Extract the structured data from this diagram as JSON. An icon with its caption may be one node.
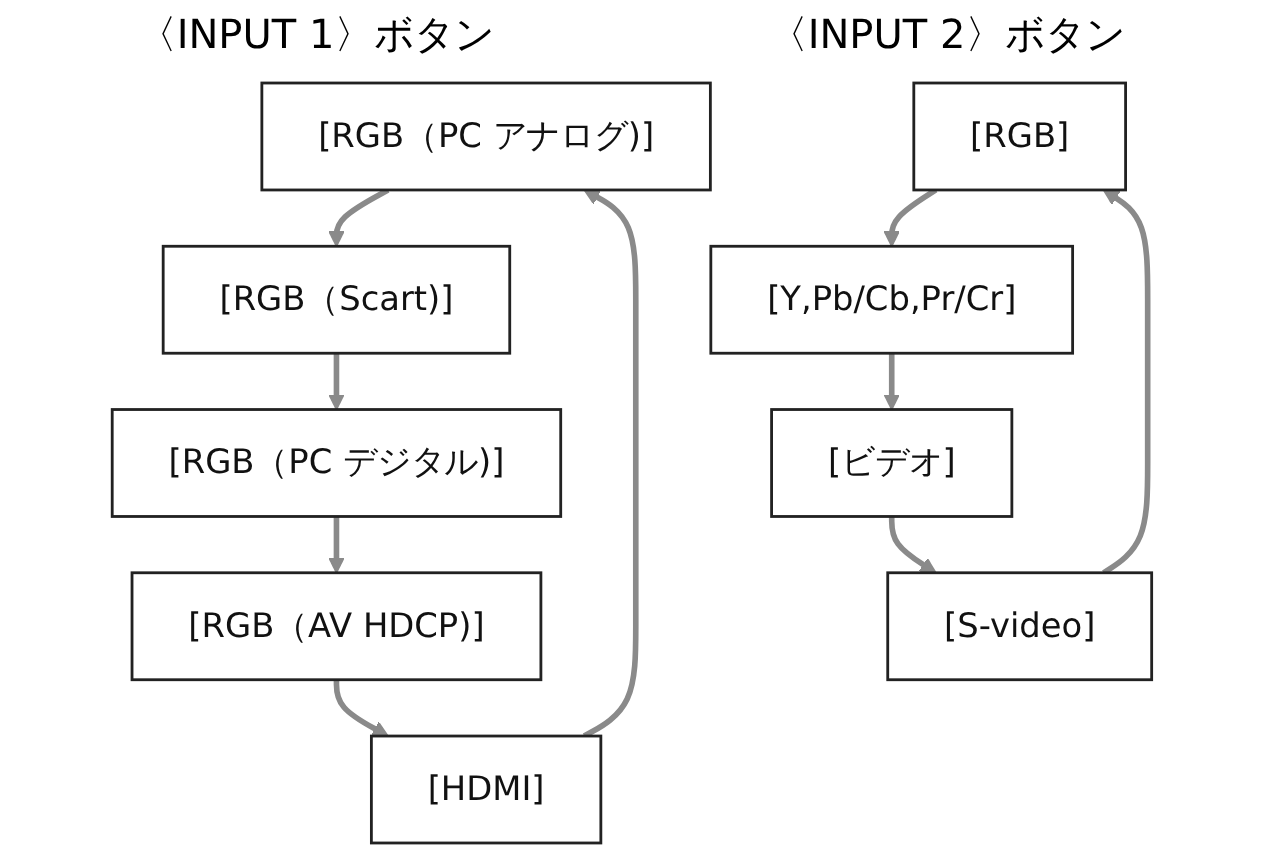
{
  "diagram": {
    "nodes": [
      {
        "text": [
          "[RGB（PC アナログ)]"
        ]
      },
      {
        "text": [
          "[RGB（Scart)]"
        ]
      },
      {
        "text": [
          "[RGB（PC デジタル)]"
        ]
      },
      {
        "text": [
          "[RGB（AV HDCP)]"
        ]
      },
      {
        "text": [
          "[HDMI]"
        ]
      },
      {
        "text": [
          "[RGB]"
        ]
      },
      {
        "text": [
          "[Y,Pb/Cb,Pr/Cr]"
        ]
      },
      {
        "text": [
          "[ビデオ]"
        ]
      },
      {
        "text": [
          "[S-video]"
        ]
      }
    ],
    "edges": [
      {
        "from": 0,
        "to": 1,
        "arrow": "to"
      },
      {
        "from": 1,
        "to": 2,
        "arrow": "to"
      },
      {
        "from": 2,
        "to": 3,
        "arrow": "to"
      },
      {
        "from": 3,
        "to": 4,
        "arrow": "to"
      },
      {
        "from": 4,
        "to": 0,
        "arrow": "to"
      },
      {
        "from": 5,
        "to": 6,
        "arrow": "to"
      },
      {
        "from": 6,
        "to": 7,
        "arrow": "to"
      },
      {
        "from": 7,
        "to": 8,
        "arrow": "to"
      },
      {
        "from": 8,
        "to": 5,
        "arrow": "to"
      }
    ],
    "labels": [
      "〈INPUT 1〉ボタン",
      "〈INPUT 2〉ボタン"
    ]
  }
}
